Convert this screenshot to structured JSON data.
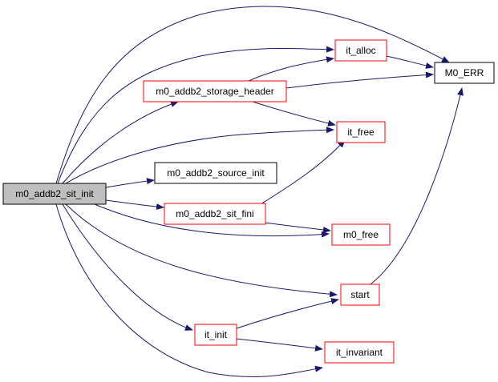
{
  "diagram": {
    "nodes": [
      {
        "id": "sit_init",
        "label": "m0_addb2_sit_init",
        "style": "focus"
      },
      {
        "id": "storage_header",
        "label": "m0_addb2_storage_header",
        "style": "red"
      },
      {
        "id": "source_init",
        "label": "m0_addb2_source_init",
        "style": "black"
      },
      {
        "id": "sit_fini",
        "label": "m0_addb2_sit_fini",
        "style": "red"
      },
      {
        "id": "it_alloc",
        "label": "it_alloc",
        "style": "red"
      },
      {
        "id": "it_free",
        "label": "it_free",
        "style": "red"
      },
      {
        "id": "m0_free",
        "label": "m0_free",
        "style": "red"
      },
      {
        "id": "start",
        "label": "start",
        "style": "red"
      },
      {
        "id": "it_init",
        "label": "it_init",
        "style": "red"
      },
      {
        "id": "it_invariant",
        "label": "it_invariant",
        "style": "red"
      },
      {
        "id": "m0_err",
        "label": "M0_ERR",
        "style": "black"
      }
    ],
    "edges": [
      {
        "from": "sit_init",
        "to": "m0_err"
      },
      {
        "from": "sit_init",
        "to": "it_alloc"
      },
      {
        "from": "sit_init",
        "to": "storage_header"
      },
      {
        "from": "sit_init",
        "to": "it_free"
      },
      {
        "from": "sit_init",
        "to": "source_init"
      },
      {
        "from": "sit_init",
        "to": "sit_fini"
      },
      {
        "from": "sit_init",
        "to": "m0_free"
      },
      {
        "from": "sit_init",
        "to": "start"
      },
      {
        "from": "sit_init",
        "to": "it_init"
      },
      {
        "from": "sit_init",
        "to": "it_invariant"
      },
      {
        "from": "storage_header",
        "to": "it_alloc"
      },
      {
        "from": "storage_header",
        "to": "m0_err"
      },
      {
        "from": "storage_header",
        "to": "it_free"
      },
      {
        "from": "it_alloc",
        "to": "m0_err"
      },
      {
        "from": "sit_fini",
        "to": "it_free"
      },
      {
        "from": "sit_fini",
        "to": "m0_free"
      },
      {
        "from": "start",
        "to": "m0_err"
      },
      {
        "from": "it_init",
        "to": "start"
      },
      {
        "from": "it_init",
        "to": "it_invariant"
      }
    ],
    "colors": {
      "edge": "#191970",
      "red_border": "#ff0000",
      "black_border": "#000000",
      "focus_fill": "#bfbfbf",
      "node_fill": "#ffffff"
    }
  }
}
